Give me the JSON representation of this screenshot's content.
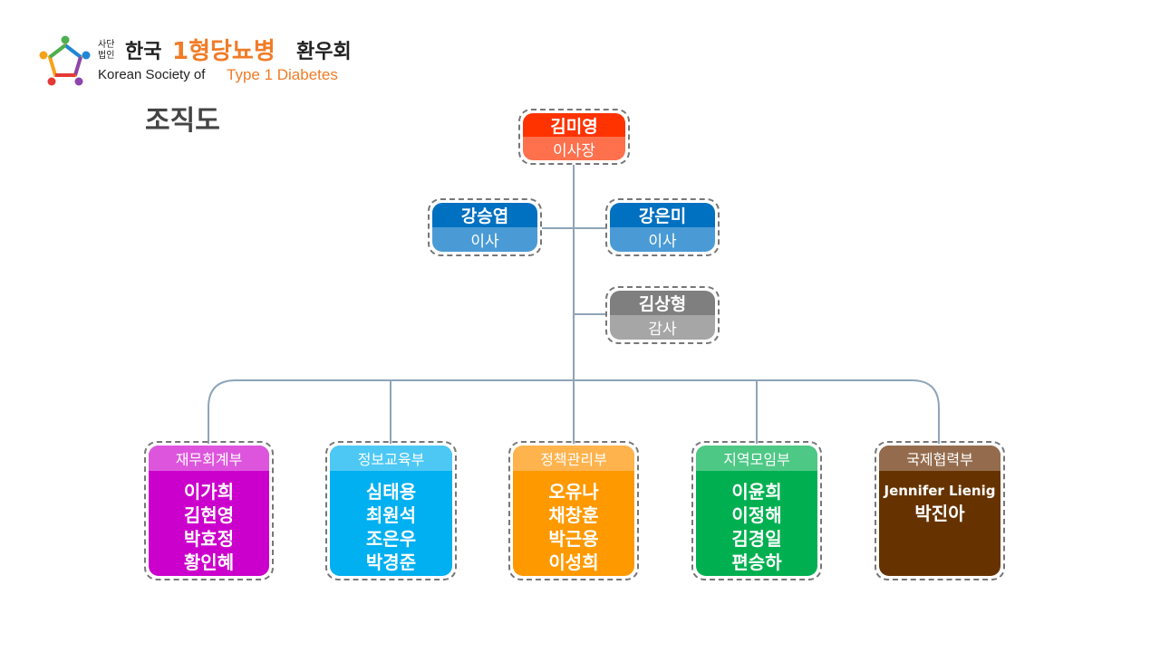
{
  "logo": {
    "small_top": "사단",
    "small_bottom": "법인",
    "korean_prefix": "한국",
    "korean_accent": "1형당뇨병",
    "korean_suffix": "환우회",
    "english_prefix": "Korean Society of",
    "english_accent": "Type 1 Diabetes"
  },
  "page_title": "조직도",
  "colors": {
    "chair": "#ff3300",
    "director": "#0070c0",
    "auditor": "#7f7f7f",
    "accent": "#f07c28"
  },
  "chair": {
    "name": "김미영",
    "role": "이사장"
  },
  "directors": [
    {
      "name": "강승엽",
      "role": "이사"
    },
    {
      "name": "강은미",
      "role": "이사"
    }
  ],
  "auditor": {
    "name": "김상형",
    "role": "감사"
  },
  "departments": [
    {
      "name": "재무회계부",
      "members": [
        "이가희",
        "김현영",
        "박효정",
        "황인혜"
      ]
    },
    {
      "name": "정보교육부",
      "members": [
        "심태용",
        "최원석",
        "조은우",
        "박경준"
      ]
    },
    {
      "name": "정책관리부",
      "members": [
        "오유나",
        "채창훈",
        "박근용",
        "이성희"
      ]
    },
    {
      "name": "지역모임부",
      "members": [
        "이윤희",
        "이정해",
        "김경일",
        "편승하"
      ]
    },
    {
      "name": "국제협력부",
      "members": [
        "Jennifer Lienig",
        "박진아"
      ]
    }
  ]
}
